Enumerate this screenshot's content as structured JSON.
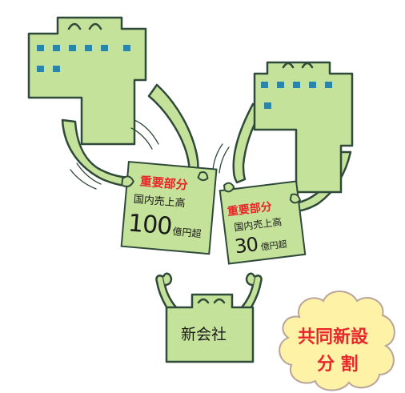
{
  "left_card": {
    "heading": "重要部分",
    "line1": "国内売上高",
    "amount": "100",
    "unit": "億円超"
  },
  "right_card": {
    "heading": "重要部分",
    "line1": "国内売上高",
    "amount": "30",
    "unit": "億円超"
  },
  "new_company": {
    "label": "新会社"
  },
  "cloud": {
    "line1": "共同新設",
    "line2": "分 割"
  },
  "colors": {
    "building_fill": "#c5e29a",
    "outline": "#2f4a3a",
    "window": "#2a86a8",
    "heading_red": "#e8262b",
    "cloud_fill": "#fdf2a6",
    "cloud_stroke": "#b7a49a"
  }
}
